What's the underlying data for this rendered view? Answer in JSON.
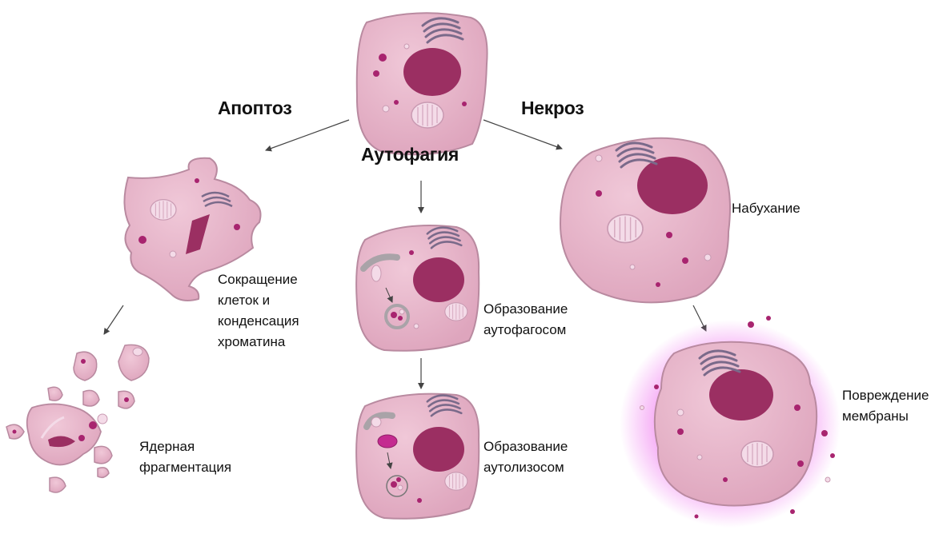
{
  "headings": {
    "apoptosis": "Апоптоз",
    "autophagy": "Аутофагия",
    "necrosis": "Некроз"
  },
  "captions": {
    "shrinkage_l1": "Сокращение",
    "shrinkage_l2": "клеток и",
    "shrinkage_l3": "конденсация",
    "shrinkage_l4": "хроматина",
    "fragmentation_l1": "Ядерная",
    "fragmentation_l2": "фрагментация",
    "autophagosome_l1": "Образование",
    "autophagosome_l2": "аутофагосом",
    "autolysosome_l1": "Образование",
    "autolysosome_l2": "аутолизосом",
    "swelling": "Набухание",
    "membrane_l1": "Повреждение",
    "membrane_l2": "мембраны"
  },
  "colors": {
    "cell_fill": "#e8b6cb",
    "cell_stroke": "#b98aa0",
    "nucleus": "#9b2f62",
    "vesicle": "#a8246f",
    "golgi": "#7a6a8a",
    "mitochondrion": "#f4dbe8",
    "halo": "#f07cf0",
    "arrow": "#444444"
  }
}
